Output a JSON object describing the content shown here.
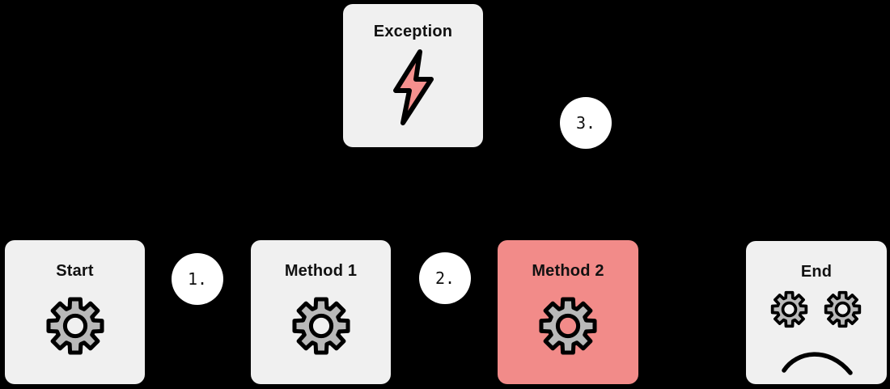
{
  "canvas": {
    "background": "#000000"
  },
  "colors": {
    "canvas_bg": "#000000",
    "node_bg": "#f0f0f0",
    "node_error_bg": "#f28b89",
    "bolt_fill": "#f5908e",
    "gear_fill": "#b9b9b9",
    "outline": "#000000",
    "step_circle_bg": "#ffffff",
    "label_color": "#111111"
  },
  "nodes": [
    {
      "id": "start",
      "label": "Start",
      "icon": "gear-icon",
      "state": "normal"
    },
    {
      "id": "method-1",
      "label": "Method 1",
      "icon": "gear-icon",
      "state": "normal"
    },
    {
      "id": "method-2",
      "label": "Method 2",
      "icon": "gear-icon",
      "state": "error"
    },
    {
      "id": "exception",
      "label": "Exception",
      "icon": "lightning-bolt-icon",
      "state": "normal"
    },
    {
      "id": "end",
      "label": "End",
      "icon": "sad-gear-face-icon",
      "state": "normal"
    }
  ],
  "step_markers": [
    {
      "label": "1."
    },
    {
      "label": "2."
    },
    {
      "label": "3."
    }
  ]
}
